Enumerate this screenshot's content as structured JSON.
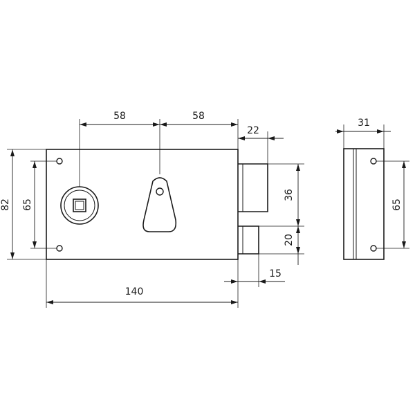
{
  "dimensions": {
    "key_spacing_left": "58",
    "key_spacing_right": "58",
    "bolt_projection": "22",
    "overall_height": "82",
    "hole_spacing": "65",
    "overall_width": "140",
    "bolt_height": "36",
    "latch_height": "20",
    "latch_projection": "15",
    "keeper_depth": "31",
    "keeper_hole_spacing": "65"
  }
}
